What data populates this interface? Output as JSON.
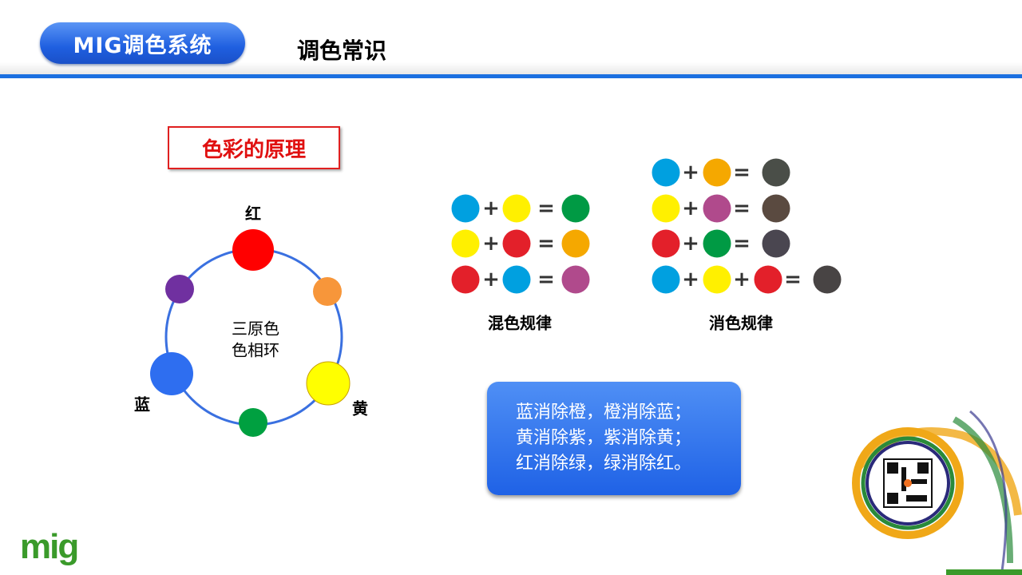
{
  "header": {
    "brand": "MIG调色系统",
    "title": "调色常识"
  },
  "principle_title": "色彩的原理",
  "wheel": {
    "center_line1": "三原色",
    "center_line2": "色相环",
    "label_red": "红",
    "label_yellow": "黄",
    "label_blue": "蓝"
  },
  "colors": {
    "cyan": "#00a0e0",
    "yellow": "#fff000",
    "green": "#009a44",
    "orange": "#f5a800",
    "red": "#e3202a",
    "magenta": "#b04a8c",
    "accent": "#1a6fe0"
  },
  "mixing": {
    "label": "混色规律",
    "rows": [
      [
        "cyan",
        "yellow",
        "green"
      ],
      [
        "yellow",
        "red",
        "orange"
      ],
      [
        "red",
        "cyan",
        "magenta"
      ]
    ]
  },
  "subtraction": {
    "label": "消色规律",
    "rows": [
      [
        "cyan",
        "orange",
        "#4a4e48"
      ],
      [
        "yellow",
        "magenta",
        "#5a4a40"
      ],
      [
        "red",
        "green",
        "#4a4650"
      ],
      [
        "cyan",
        "yellow",
        "red",
        "#484444"
      ]
    ]
  },
  "note": {
    "line1": "蓝消除橙，橙消除蓝；",
    "line2": "黄消除紫，紫消除黄；",
    "line3": "红消除绿，绿消除红。"
  },
  "logo": "mig",
  "ops": {
    "plus": "+",
    "equals": "="
  }
}
